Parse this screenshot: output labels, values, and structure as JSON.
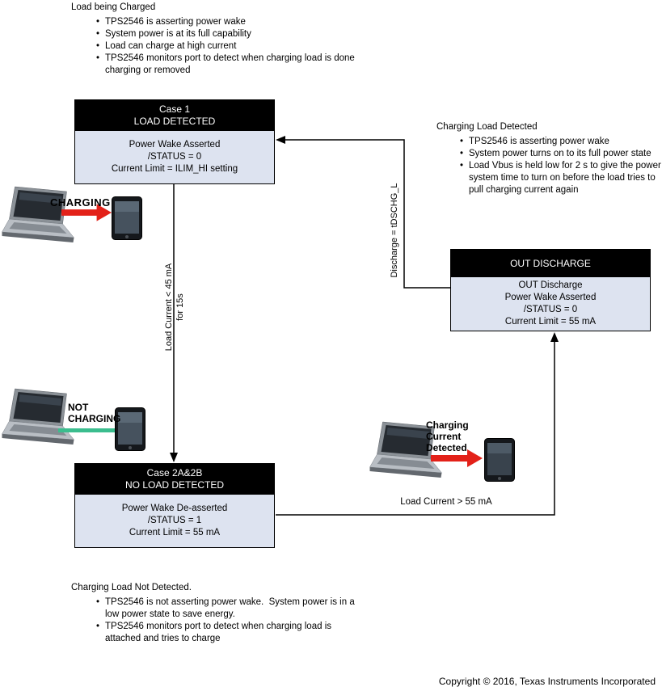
{
  "colors": {
    "box_body": "#dde3f0",
    "box_header": "#000000",
    "connector": "#000000",
    "arrow_red": "#e32119",
    "line_green": "#3bbd8e"
  },
  "notes": {
    "top": {
      "title": "Load being Charged",
      "bullets": [
        "TPS2546 is asserting power wake",
        "System power is at its full capability",
        "Load can charge at high current",
        "TPS2546 monitors port to detect when charging load is done charging or removed"
      ]
    },
    "right": {
      "title": "Charging Load Detected",
      "bullets": [
        "TPS2546 is asserting power wake",
        "System power turns on to its full power state",
        "Load Vbus is held low for 2 s to give the power system time to turn on before the load tries to pull charging current again"
      ]
    },
    "bottom": {
      "title": "Charging Load Not Detected.",
      "bullets": [
        "TPS2546 is not asserting power wake.  System power is in a low power state to save energy.",
        "TPS2546 monitors port to detect when charging load is attached and tries to charge"
      ]
    }
  },
  "boxes": {
    "case1": {
      "header": [
        "Case 1",
        "LOAD DETECTED"
      ],
      "body": [
        "Power Wake Asserted",
        "/STATUS = 0",
        "Current Limit = ILIM_HI setting"
      ]
    },
    "out_discharge": {
      "header": [
        "OUT DISCHARGE"
      ],
      "body": [
        "OUT Discharge",
        "Power Wake Asserted",
        "/STATUS = 0",
        "Current Limit = 55 mA"
      ]
    },
    "case2": {
      "header": [
        "Case 2A&2B",
        "NO LOAD DETECTED"
      ],
      "body": [
        "Power Wake De-asserted",
        "/STATUS = 1",
        "Current Limit = 55 mA"
      ]
    }
  },
  "edges": {
    "case1_to_case2": {
      "line1": "Load Current < 45 mA",
      "line2": "for 15s"
    },
    "discharge_to_case1": {
      "label": "Discharge = tDSCHG_L"
    },
    "case2_to_discharge": {
      "label": "Load Current > 55 mA"
    }
  },
  "scenes": {
    "charging": {
      "label": "CHARGING"
    },
    "not_charging": {
      "label": "NOT\nCHARGING"
    },
    "charging_current_detected": {
      "label": "Charging\nCurrent\nDetected"
    }
  },
  "footer": {
    "copyright": "Copyright © 2016, Texas Instruments Incorporated"
  }
}
